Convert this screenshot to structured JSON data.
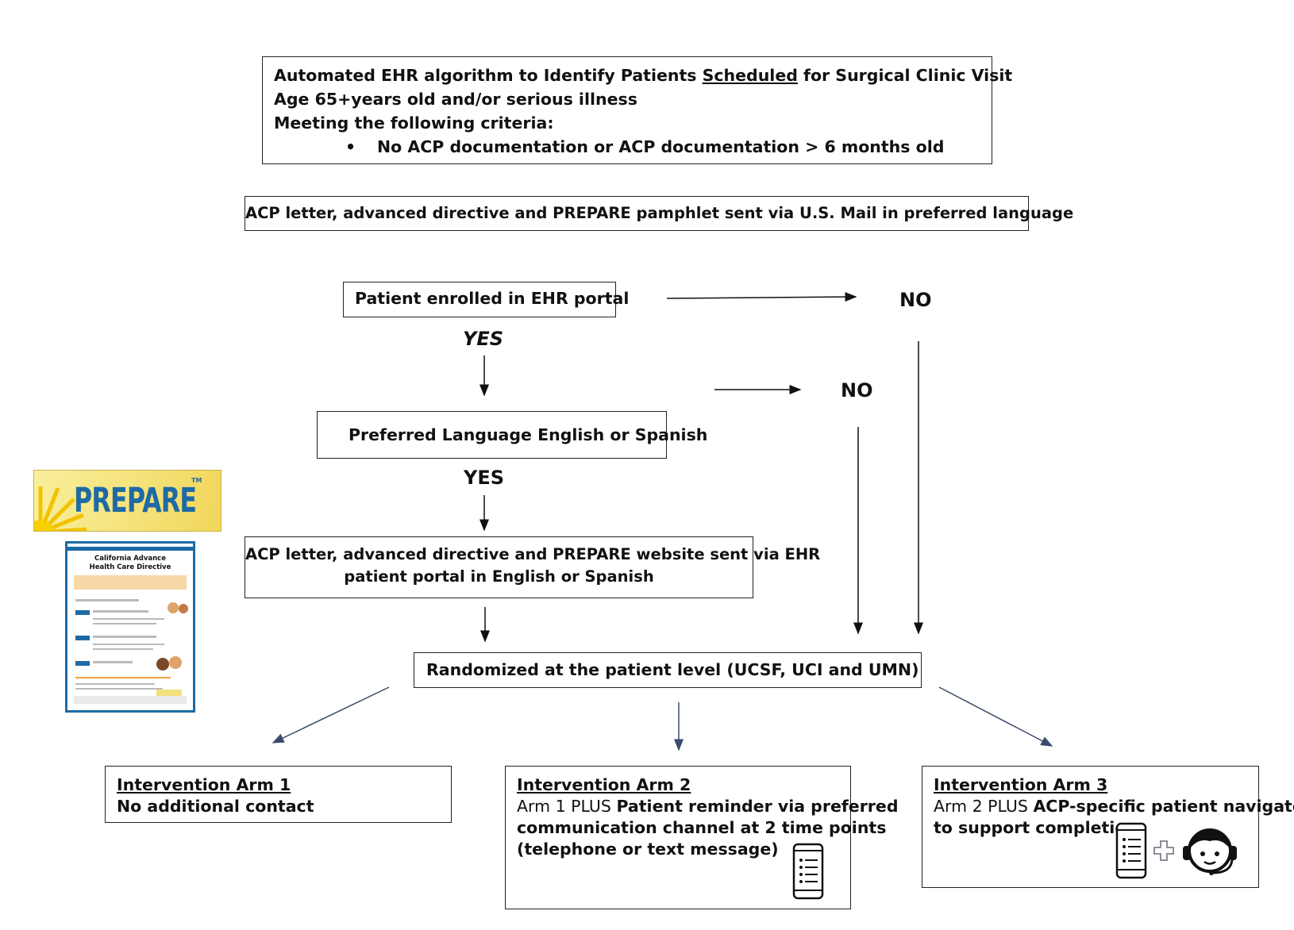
{
  "box1": {
    "line1_pre": "Automated EHR algorithm to Identify Patients ",
    "line1_u": "Scheduled",
    "line1_post": " for Surgical Clinic Visit",
    "line2": "Age 65+years old and/or serious illness",
    "line3": "Meeting the following criteria:",
    "bullet": "•",
    "bullet_text": "No ACP documentation or ACP documentation > 6 months old"
  },
  "box2": {
    "text": "ACP letter, advanced directive and PREPARE pamphlet   sent via U.S. Mail in preferred language"
  },
  "portal": {
    "text": "Patient enrolled in EHR portal",
    "yes": "YES",
    "no": "NO"
  },
  "language": {
    "text": "Preferred Language English or Spanish",
    "yes": "YES",
    "no": "NO"
  },
  "portal_send": {
    "line1": "ACP letter, advanced directive and PREPARE website sent via EHR",
    "line2": "patient portal in English or Spanish"
  },
  "randomized": {
    "text": "Randomized at the patient level (UCSF, UCI and UMN)"
  },
  "arm1": {
    "title": "Intervention Arm 1",
    "line1": "No additional contact"
  },
  "arm2": {
    "title": "Intervention Arm 2",
    "prefix": "Arm 1 PLUS ",
    "line1_bold": "Patient reminder via preferred",
    "line2": "communication channel at 2 time points",
    "line3": "(telephone or text message)"
  },
  "arm3": {
    "title": "Intervention Arm 3",
    "prefix": "Arm 2 PLUS ",
    "line1_bold": "ACP-specific patient navigator",
    "line2": "to support completion"
  },
  "logo": {
    "text": "PREPARE",
    "tm": "TM"
  },
  "form": {
    "title1": "California Advance",
    "title2": "Health Care Directive"
  },
  "icons": [
    "phone-list-icon",
    "plus-icon",
    "navigator-headset-icon"
  ]
}
